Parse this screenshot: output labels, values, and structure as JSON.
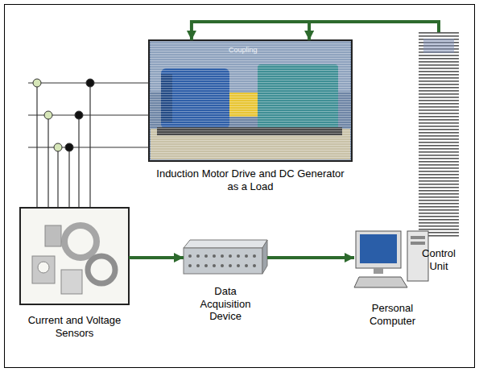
{
  "diagram": {
    "nodes": [
      {
        "text": [
          "Induction Motor Drive and DC Generator as a Load"
        ]
      },
      {
        "text": [
          "Control Unit"
        ]
      },
      {
        "text": [
          "Current and Voltage Sensors"
        ]
      },
      {
        "text": [
          "Data Acquisition Device"
        ]
      },
      {
        "text": [
          "Personal Computer"
        ]
      }
    ],
    "edges": [
      {
        "from": 1,
        "to": 0,
        "arrow": "to"
      },
      {
        "from": 2,
        "to": 3,
        "arrow": "to"
      },
      {
        "from": 3,
        "to": 4,
        "arrow": "to"
      }
    ],
    "labels": [
      "Coupling"
    ]
  }
}
